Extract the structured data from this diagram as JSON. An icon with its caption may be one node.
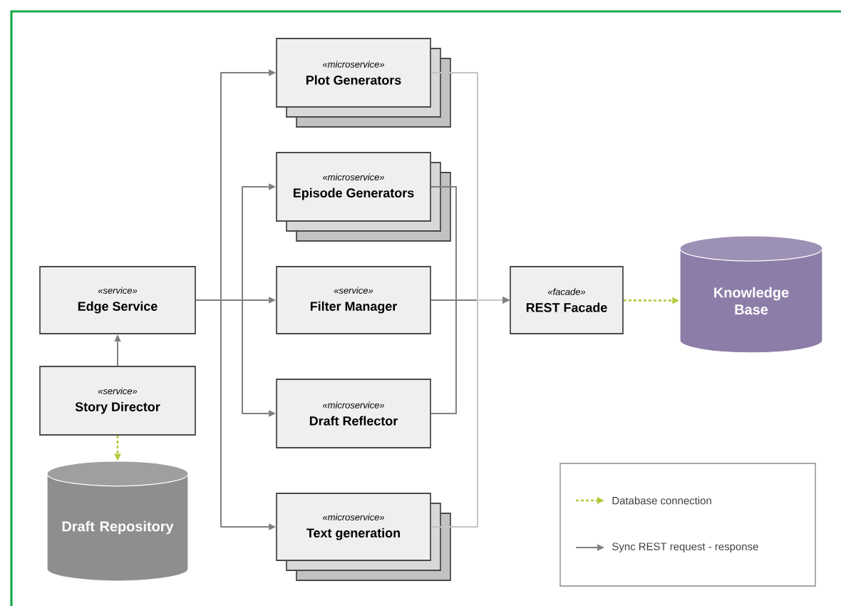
{
  "diagram": {
    "nodes": [
      {
        "text": [
          "«service»",
          "Edge Service"
        ]
      },
      {
        "text": [
          "«service»",
          "Story Director"
        ]
      },
      {
        "text": [
          "Draft Repository"
        ]
      },
      {
        "text": [
          "«microservice»",
          "Plot Generators"
        ]
      },
      {
        "text": [
          "«microservice»",
          "Episode Generators"
        ]
      },
      {
        "text": [
          "«service»",
          "Filter Manager"
        ]
      },
      {
        "text": [
          "«microservice»",
          "Draft Reflector"
        ]
      },
      {
        "text": [
          "«microservice»",
          "Text generation"
        ]
      },
      {
        "text": [
          "«facade»",
          "REST Facade"
        ]
      },
      {
        "text": [
          "Knowledge Base"
        ]
      }
    ],
    "edges": [
      {
        "from": 1,
        "to": 0,
        "arrow": "to"
      },
      {
        "from": 1,
        "to": 2,
        "arrow": "to",
        "style": "dashed",
        "color": "#b4c83c"
      },
      {
        "from": 0,
        "to": 3,
        "arrow": "to"
      },
      {
        "from": 0,
        "to": 4,
        "arrow": "to"
      },
      {
        "from": 0,
        "to": 5,
        "arrow": "to"
      },
      {
        "from": 0,
        "to": 6,
        "arrow": "to"
      },
      {
        "from": 0,
        "to": 7,
        "arrow": "to"
      },
      {
        "from": 3,
        "to": 8,
        "arrow": "to",
        "color": "#c4c4c4"
      },
      {
        "from": 4,
        "to": 8,
        "arrow": "to"
      },
      {
        "from": 5,
        "to": 8,
        "arrow": "to"
      },
      {
        "from": 6,
        "to": 8,
        "arrow": "to"
      },
      {
        "from": 7,
        "to": 8,
        "arrow": "to",
        "color": "#c4c4c4"
      },
      {
        "from": 8,
        "to": 9,
        "arrow": "to",
        "style": "dashed",
        "color": "#b4c83c"
      }
    ],
    "legend": [
      {
        "text": "Database connection"
      },
      {
        "text": "Sync REST request - response"
      }
    ]
  }
}
